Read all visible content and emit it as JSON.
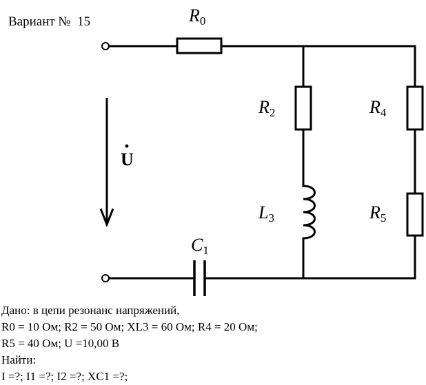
{
  "variant": {
    "label": "Вариант №",
    "number": "15"
  },
  "components": {
    "r0": {
      "letter": "R",
      "index": "0"
    },
    "r2": {
      "letter": "R",
      "index": "2"
    },
    "l3": {
      "letter": "L",
      "index": "3"
    },
    "r4": {
      "letter": "R",
      "index": "4"
    },
    "r5": {
      "letter": "R",
      "index": "5"
    },
    "c1": {
      "letter": "C",
      "index": "1"
    }
  },
  "voltage_label": "U",
  "given": {
    "lines": [
      "Дано: в цепи резонанс напряжений,",
      "R0 = 10 Ом; R2 = 50 Ом; XL3 = 60 Ом; R4 = 20 Ом;",
      "R5 = 40 Ом; U =10,00 В",
      "Найти:",
      "I =?; I1 =?; I2 =?; XC1 =?;"
    ]
  }
}
